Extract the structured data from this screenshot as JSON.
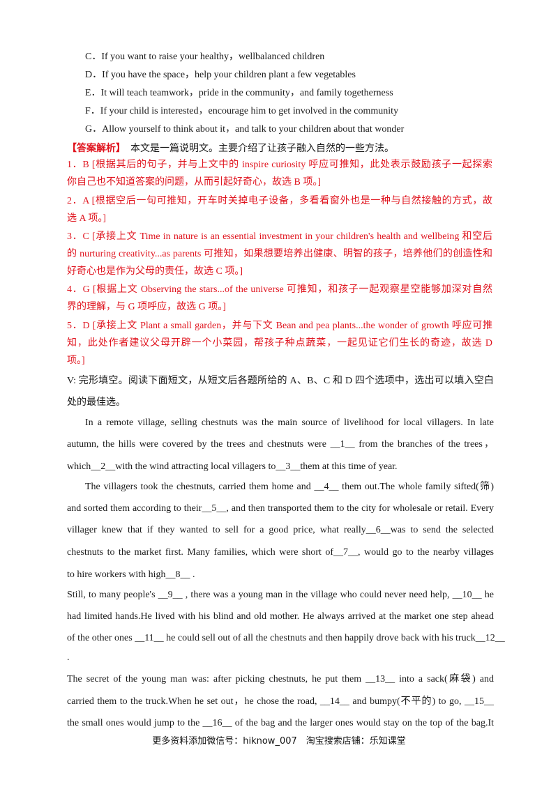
{
  "options": [
    "C．If you want to raise your healthy，wellbalanced children",
    "D．If you have the space，help your children plant a few vegetables",
    "E．It will teach teamwork，pride in the community，and family togetherness",
    "F．If your child is interested，encourage him to get involved in the community",
    "G．Allow yourself to think about it，and talk to your children about that wonder"
  ],
  "answer_header": {
    "tag": "【答案解析】",
    "text": "　本文是一篇说明文。主要介绍了让孩子融入自然的一些方法。"
  },
  "answers": [
    {
      "lines": [
        "1．B [根据其后的句子，并与上文中的 inspire curiosity 呼应可推知，此处表示鼓励孩子一起探索",
        "你自己也不知道答案的问题，从而引起好奇心，故选 B 项。]"
      ]
    },
    {
      "lines": [
        "2．A [根据空后一句可推知，开车时关掉电子设备，多看看窗外也是一种与自然接触的方式，故",
        "选 A 项。]"
      ]
    },
    {
      "lines": [
        "3．C [承接上文 Time in nature is an essential investment in your children's health and wellbeing 和空后",
        "的 nurturing creativity...as parents 可推知，如果想要培养出健康、明智的孩子，培养他们的创造性和",
        "好奇心也是作为父母的责任，故选 C 项。]"
      ]
    },
    {
      "lines": [
        "4．G [根据上文 Observing the stars...of the universe 可推知，和孩子一起观察星空能够加深对自然",
        "界的理解，与 G 项呼应，故选 G 项。]"
      ]
    },
    {
      "lines": [
        "5．D [承接上文 Plant a small garden，并与下文 Bean and pea plants...the wonder of growth 呼应可推",
        "知，此处作者建议父母开辟一个小菜园，帮孩子种点蔬菜，一起见证它们生长的奇迹，故选 D",
        "项。]"
      ]
    }
  ],
  "section_v": [
    "V: 完形填空。阅读下面短文，从短文后各题所给的 A、B、C 和 D 四个选项中，选出可以填入空白",
    "处的最佳选。"
  ],
  "passage": [
    "In a remote village, selling chestnuts was the main source of livelihood for local villagers. In late",
    "autumn,  the hills were covered by the trees and chestnuts were  __1__  from the branches of the trees，",
    "which__2__with the wind attracting local villagers to__3__them at this time of year.",
    "The villagers took the chestnuts,  carried them home and  __4__  them out.The whole family sifted(筛)",
    "and sorted them according to their__5__,  and then transported them to the city for wholesale or retail. Every",
    "villager knew that if they wanted to sell for a good price, what really__6__was to send the selected",
    "chestnuts to the market first. Many families,  which were short of__7__,  would go to the nearby villages",
    "to hire workers with high__8__ .",
    "Still,  to many people's __9__ ,  there was a young man in the village who could never need help, __10__ he",
    "had limited hands.He lived with his blind and old mother. He always arrived at the market one step ahead",
    "of the other ones __11__ he could sell out of all the chestnuts and then happily drove back with his truck__12__",
    ".",
    "The secret of the young man was:  after picking chestnuts,  he put them __13__ into a sack(麻袋) and",
    "carried them to the truck.When he set out，he chose the road, __14__ and bumpy(不平的) to go, __15__",
    "the small ones would jump to the __16__ of the bag and the larger ones would stay on the top of the bag.It"
  ],
  "footer": "更多资料添加微信号：hiknow_007　淘宝搜索店铺：乐知课堂"
}
